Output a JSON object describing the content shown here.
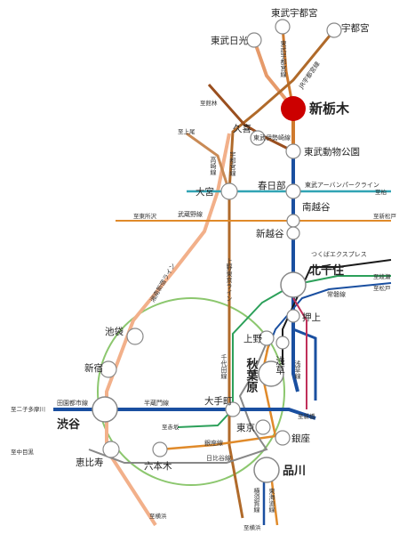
{
  "colors": {
    "tobu_main": "#cf7a2e",
    "tobu_utsunomiya": "#c98a55",
    "tobu_isesaki": "#9a4f1f",
    "tobu_nikko": "#e69a6a",
    "tobu_skytree": "#1a4fa0",
    "jr_utsunomiya": "#b06a2a",
    "tobu_urban": "#31a4b4",
    "musashino": "#e08a2a",
    "shonan_shinjuku": "#f2b08a",
    "yamanote": "#8cc76e",
    "hibiya": "#888888",
    "tsukuba": "#1a1a1a",
    "chiyoda": "#2ca05a",
    "hanzomon": "#1a4fa0",
    "asakusa": "#c0305a",
    "ginza": "#e08a2a",
    "accent": "#cc0000"
  },
  "stations": {
    "shintochigi": "新栃木",
    "tobu_utsunomiya": "東武宇都宮",
    "utsunomiya": "宇都宮",
    "tobu_nikko": "東武日光",
    "kuki": "久喜",
    "tobu_dobutsu_koen": "東武動物公園",
    "kasukabe": "春日部",
    "omiya": "大宮",
    "minami_koshigaya": "南越谷",
    "shin_koshigaya": "新越谷",
    "kita_senju": "北千住",
    "oshiage": "押上",
    "ueno": "上野",
    "asakusa": "浅草",
    "akihabara": "秋葉原",
    "ikebukuro": "池袋",
    "shinjuku": "新宿",
    "otemachi": "大手町",
    "shibuya": "渋谷",
    "tokyo": "東京",
    "ginza": "銀座",
    "ebisu": "恵比寿",
    "roppongi": "六本木",
    "shinagawa": "品川"
  },
  "lines": {
    "tobu_utsunomiya_line": "東武宇都宮線",
    "jr_utsunomiya_line": "JR宇都宮線",
    "tobu_isesaki_line": "東武伊勢崎線",
    "takasaki_line": "高崎線",
    "utsunomiya_line_v": "宇都宮線",
    "tobu_urban_park_line": "東武アーバンパークライン",
    "musashino_line": "武蔵野線",
    "shonan_shinjuku_line": "湘南新宿ライン",
    "ueno_tokyo_line": "上野東京ライン",
    "tsukuba_express": "つくばエクスプレス",
    "joban_line": "常磐線",
    "chiyoda_line": "千代田線",
    "asakusa_line": "浅草線",
    "den_en_toshi_line": "田園都市線",
    "hanzomon_line": "半蔵門線",
    "ginza_line": "銀座線",
    "hibiya_line": "日比谷線",
    "yokosuka_line": "横須賀線",
    "tokaido_line": "東海道線"
  },
  "destinations": {
    "to_ashikaga": "至館林",
    "to_kami_ogawa": "至上尾",
    "to_kashiwa": "至柏",
    "to_higashi_tokorozawa": "至東所沢",
    "to_shin_matsudo": "至新松戸",
    "to_ayase": "至綾瀬",
    "to_matsudo": "至松戸",
    "to_futako_tamagawa": "至二子多摩川",
    "to_akasaka": "至赤坂",
    "to_naka_meguro": "至中目黒",
    "to_shinbashi": "至新橋",
    "to_yokohama_1": "至横浜",
    "to_yokohama_2": "至横浜"
  }
}
